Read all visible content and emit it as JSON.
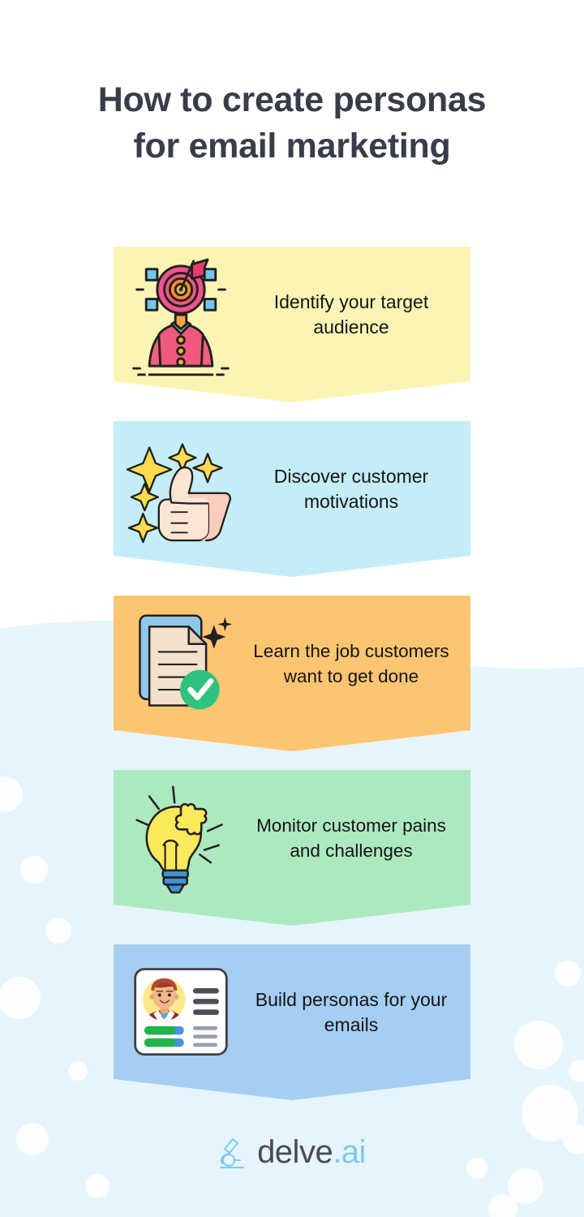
{
  "title": "How to create personas for email marketing",
  "colors": {
    "title_text": "#393c49",
    "body_text": "#141414",
    "background": "#ffffff",
    "wave": "#e6f5fb",
    "bubble": "#fdfeff",
    "card_yellow": "#faf5b4",
    "card_lightblue": "#c4edf7",
    "card_orange": "#fbc571",
    "card_green": "#ade9c0",
    "card_blue": "#a6cdf2",
    "logo_dark": "#4a4a55",
    "logo_accent": "#7ec8e8"
  },
  "steps": [
    {
      "index": 1,
      "label": "Identify your target audience",
      "icon": "target-person-icon",
      "color": "#faf5b4"
    },
    {
      "index": 2,
      "label": "Discover customer motivations",
      "icon": "thumbs-up-sparkle-icon",
      "color": "#c4edf7"
    },
    {
      "index": 3,
      "label": "Learn the job customers want to get done",
      "icon": "document-checkmark-icon",
      "color": "#fbc571"
    },
    {
      "index": 4,
      "label": "Monitor customer pains and challenges",
      "icon": "lightbulb-puzzle-icon",
      "color": "#ade9c0"
    },
    {
      "index": 5,
      "label": "Build personas for your emails",
      "icon": "persona-card-icon",
      "color": "#a6cdf2"
    }
  ],
  "footer": {
    "logo_icon": "microscope-icon",
    "brand_name": "delve",
    "brand_suffix": ".ai"
  }
}
